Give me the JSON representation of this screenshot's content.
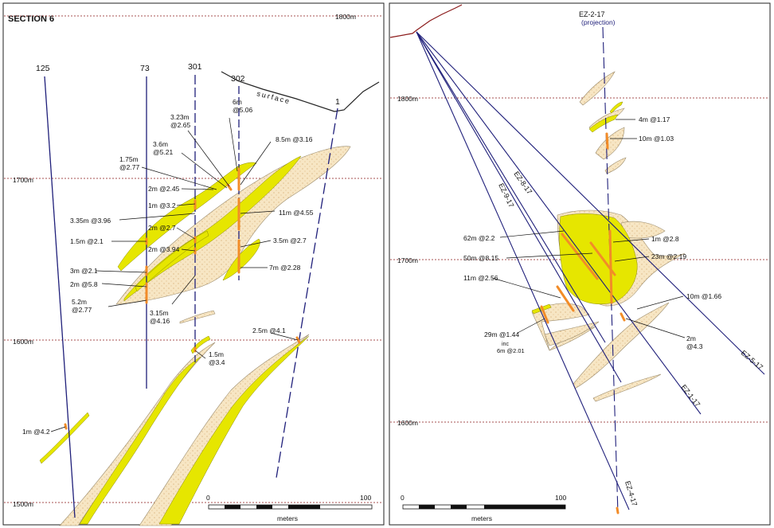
{
  "left_panel": {
    "title": "SECTION 6",
    "elevations": {
      "e1800": "1800m",
      "e1700": "1700m",
      "e1600": "1600m",
      "e1500": "1500m"
    },
    "holes": {
      "h125": "125",
      "h73": "73",
      "h301": "301",
      "h302": "302",
      "h1": "1"
    },
    "surface": "surface",
    "intercepts": [
      "6m\n@5.06",
      "3.23m\n@2.65",
      "3.6m\n@5.21",
      "1.75m\n@2.77",
      "8.5m @3.16",
      "2m @2.45",
      "1m @3.2",
      "11m @4.55",
      "3.35m @3.96",
      "2m @2.7",
      "1.5m @2.1",
      "2m @3.94",
      "3.5m @2.7",
      "3m @2.1",
      "7m @2.28",
      "2m @5.8",
      "5.2m\n@2.77",
      "3.15m\n@4.16",
      "2.5m @4.1",
      "1.5m\n@3.4",
      "1m @4.2"
    ],
    "scale": {
      "start": "0",
      "end": "100",
      "unit": "meters"
    }
  },
  "right_panel": {
    "projection_hole": "EZ-2-17",
    "projection_note": "(projection)",
    "elevations": {
      "e1800": "1800m",
      "e1700": "1700m",
      "e1600": "1600m"
    },
    "holes": {
      "ez817": "EZ-8-17",
      "ez917": "EZ-9-17",
      "ez517": "EZ-5-17",
      "ez117": "EZ-1-17",
      "ez417": "EZ-4-17"
    },
    "intercepts": [
      "4m @1.17",
      "10m @1.03",
      "62m @2.2",
      "1m @2.8",
      "50m @8.15",
      "23m @2.19",
      "11m @2.56",
      "10m @1.66",
      "29m @1.44",
      "inc",
      "6m @2.01",
      "2m\n@4.3"
    ],
    "scale": {
      "start": "0",
      "end": "100",
      "unit": "meters"
    }
  },
  "colors": {
    "drillhole": "#1f1f7a",
    "elevation_line": "#8b1a1a",
    "high_grade": "#e6e600",
    "halo": "#f7e6c4",
    "intercept": "#f28c28",
    "surface_right": "#8b1a1a"
  }
}
